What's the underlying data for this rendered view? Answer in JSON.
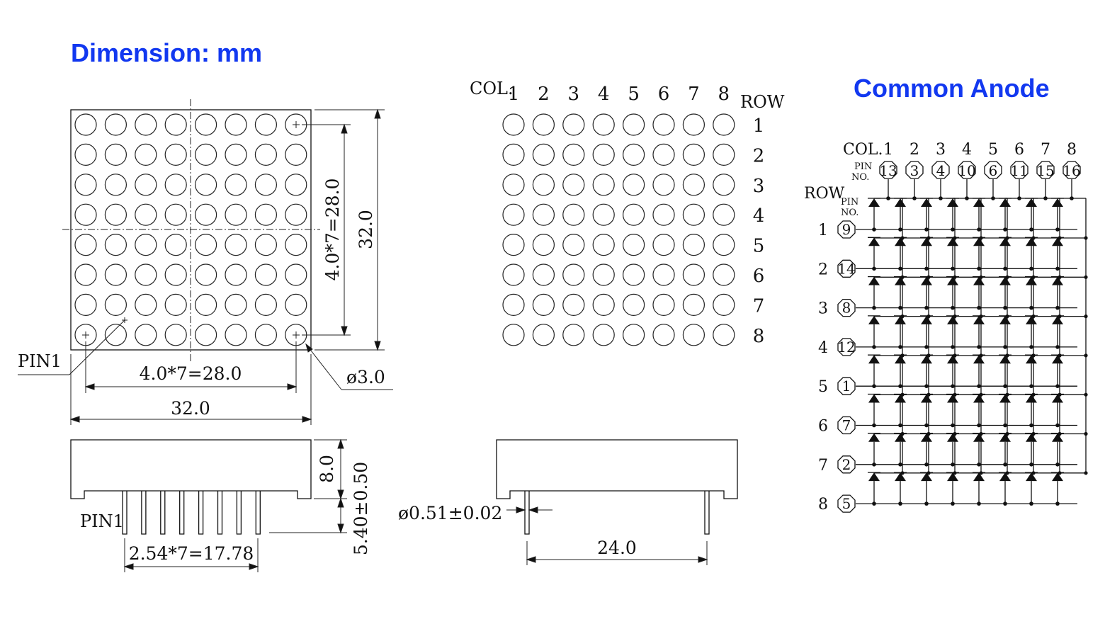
{
  "titles": {
    "dimension": "Dimension: mm",
    "schematic": "Common Anode"
  },
  "front_view": {
    "dim_inner_h": "4.0*7=28.0",
    "dim_outer_h": "32.0",
    "dim_inner_w": "4.0*7=28.0",
    "dim_outer_w": "32.0",
    "pin1_label": "PIN1",
    "led_dia": "ø3.0"
  },
  "side_view": {
    "body_h": "8.0",
    "pin_len": "5.40±0.50",
    "pin1_label": "PIN1",
    "pitch": "2.54*7=17.78"
  },
  "matrix_view": {
    "col_label": "COL.",
    "row_label": "ROW",
    "cols": [
      "1",
      "2",
      "3",
      "4",
      "5",
      "6",
      "7",
      "8"
    ],
    "rows": [
      "1",
      "2",
      "3",
      "4",
      "5",
      "6",
      "7",
      "8"
    ]
  },
  "end_view": {
    "pin_dia": "ø0.51±0.02",
    "row_spacing": "24.0"
  },
  "schematic": {
    "col_label": "COL.",
    "pin_no_label_1": "PIN",
    "pin_no_label_2": "NO.",
    "row_label": "ROW",
    "row_pin_label_1": "PIN",
    "row_pin_label_2": "NO.",
    "cols": [
      "1",
      "2",
      "3",
      "4",
      "5",
      "6",
      "7",
      "8"
    ],
    "col_pins": [
      "13",
      "3",
      "4",
      "10",
      "6",
      "11",
      "15",
      "16"
    ],
    "rows": [
      "1",
      "2",
      "3",
      "4",
      "5",
      "6",
      "7",
      "8"
    ],
    "row_pins": [
      "9",
      "14",
      "8",
      "12",
      "1",
      "7",
      "2",
      "5"
    ]
  }
}
